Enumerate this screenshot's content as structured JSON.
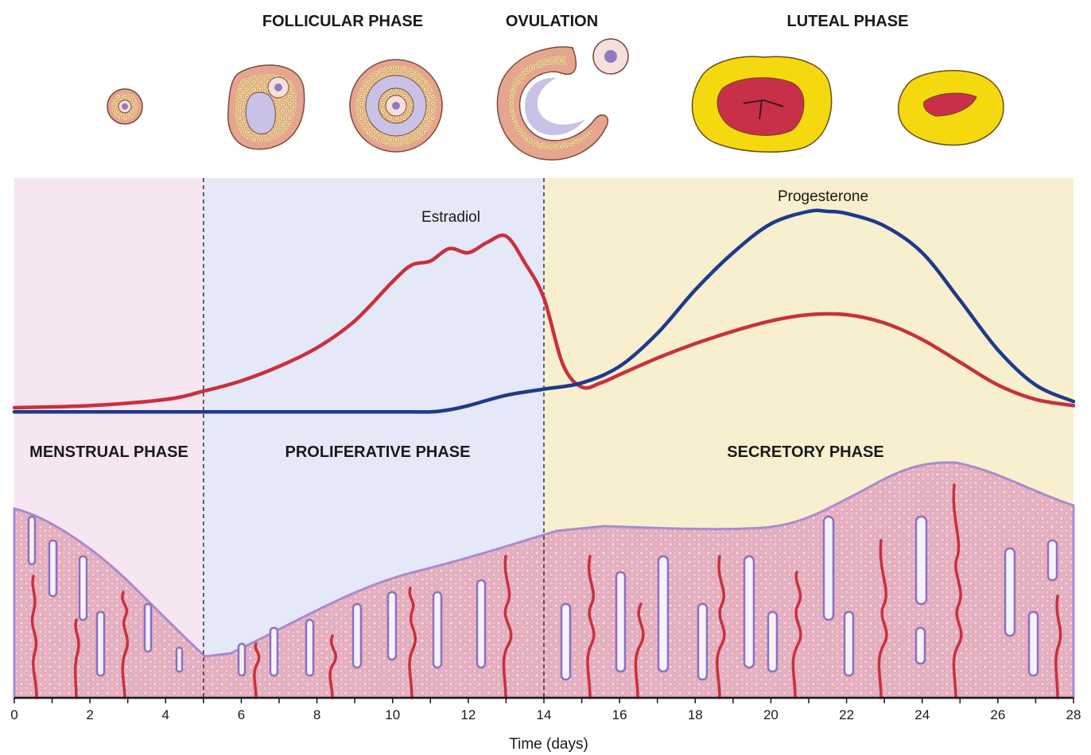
{
  "ovarian_phases": {
    "follicular": "FOLLICULAR PHASE",
    "ovulation": "OVULATION",
    "luteal": "LUTEAL PHASE"
  },
  "uterine_phases": {
    "menstrual": "MENSTRUAL PHASE",
    "proliferative": "PROLIFERATIVE PHASE",
    "secretory": "SECRETORY PHASE"
  },
  "hormones": {
    "estradiol": "Estradiol",
    "progesterone": "Progesterone"
  },
  "axis": {
    "label": "Time (days)",
    "min": 0,
    "max": 28,
    "ticks": [
      "0",
      "2",
      "4",
      "6",
      "8",
      "10",
      "12",
      "14",
      "16",
      "18",
      "20",
      "22",
      "24",
      "26",
      "28"
    ]
  },
  "colors": {
    "menstrual_bg": "#f6e6f1",
    "proliferative_bg": "#e5e8f6",
    "secretory_bg": "#f8efcf",
    "estradiol": "#c8303d",
    "progesterone": "#1f3a8c",
    "endometrium": "#e8b3c2",
    "corpus_luteum": "#f5d90f"
  },
  "phase_boundaries_days": [
    5,
    14
  ],
  "chart_data": {
    "type": "line",
    "xlabel": "Time (days)",
    "xlim": [
      0,
      28
    ],
    "series": [
      {
        "name": "Estradiol",
        "x": [
          0,
          2,
          4,
          5,
          6,
          7,
          8,
          9,
          10,
          10.5,
          11,
          11.5,
          12,
          12.5,
          13,
          13.5,
          14,
          14.5,
          15,
          15.5,
          16,
          17,
          18,
          19,
          20,
          21,
          22,
          23,
          24,
          25,
          26,
          27,
          28
        ],
        "y": [
          0.05,
          0.06,
          0.09,
          0.13,
          0.18,
          0.25,
          0.34,
          0.47,
          0.66,
          0.74,
          0.76,
          0.82,
          0.8,
          0.85,
          0.88,
          0.75,
          0.58,
          0.26,
          0.15,
          0.17,
          0.21,
          0.29,
          0.36,
          0.42,
          0.47,
          0.5,
          0.5,
          0.46,
          0.38,
          0.27,
          0.16,
          0.09,
          0.06
        ]
      },
      {
        "name": "Progesterone",
        "x": [
          0,
          2,
          4,
          6,
          8,
          10,
          11,
          11.5,
          12,
          13,
          14,
          15,
          16,
          17,
          18,
          19,
          20,
          21,
          21.5,
          22,
          23,
          24,
          25,
          26,
          27,
          28
        ],
        "y": [
          0.03,
          0.03,
          0.03,
          0.03,
          0.03,
          0.03,
          0.03,
          0.04,
          0.06,
          0.11,
          0.14,
          0.17,
          0.25,
          0.41,
          0.62,
          0.8,
          0.94,
          1.0,
          1.0,
          0.99,
          0.93,
          0.8,
          0.57,
          0.33,
          0.16,
          0.08
        ]
      }
    ]
  }
}
